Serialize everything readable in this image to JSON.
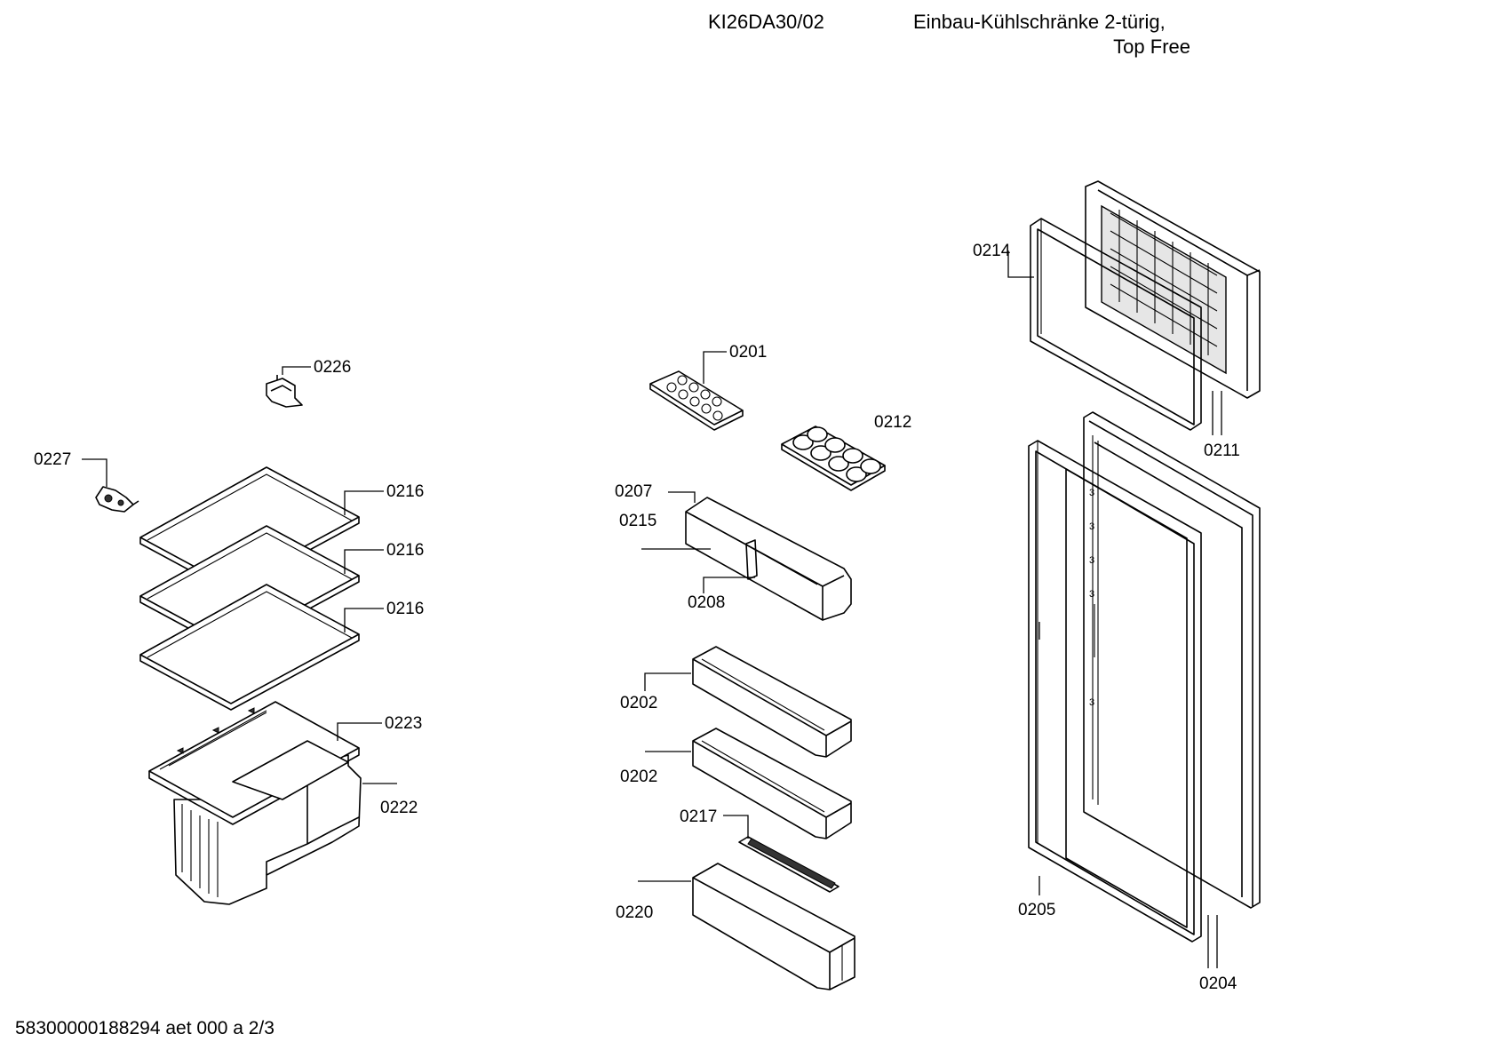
{
  "header": {
    "model": "KI26DA30/02",
    "title_line1": "Einbau-Kühlschränke 2-türig,",
    "title_line2": "Top Free"
  },
  "footer": "58300000188294 aet 000 a 2/3",
  "labels": {
    "p0226": "0226",
    "p0227": "0227",
    "p0216a": "0216",
    "p0216b": "0216",
    "p0216c": "0216",
    "p0223": "0223",
    "p0222": "0222",
    "p0201": "0201",
    "p0212": "0212",
    "p0207": "0207",
    "p0215": "0215",
    "p0208": "0208",
    "p0202a": "0202",
    "p0202b": "0202",
    "p0217": "0217",
    "p0220": "0220",
    "p0214": "0214",
    "p0211": "0211",
    "p0205": "0205",
    "p0204": "0204"
  }
}
